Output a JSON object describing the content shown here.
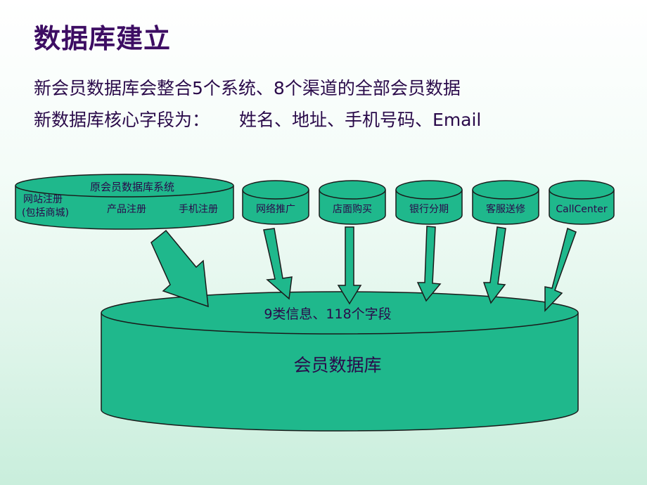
{
  "title": "数据库建立",
  "lines": {
    "line1": "新会员数据库会整合5个系统、8个渠道的全部会员数据",
    "line2_prefix": "新数据库核心字段为：",
    "line2_fields": "姓名、地址、手机号码、Email"
  },
  "source_system": {
    "name": "原会员数据库系统",
    "items": [
      "网站注册",
      "(包括商城)",
      "产品注册",
      "手机注册"
    ]
  },
  "channels": [
    "网络推广",
    "店面购买",
    "银行分期",
    "客服送修",
    "CallCenter"
  ],
  "target_db": {
    "info": "9类信息、118个字段",
    "name": "会员数据库"
  },
  "colors": {
    "fill": "#1fb88c",
    "stroke": "#1a1a1a",
    "title": "#3d0d63"
  }
}
